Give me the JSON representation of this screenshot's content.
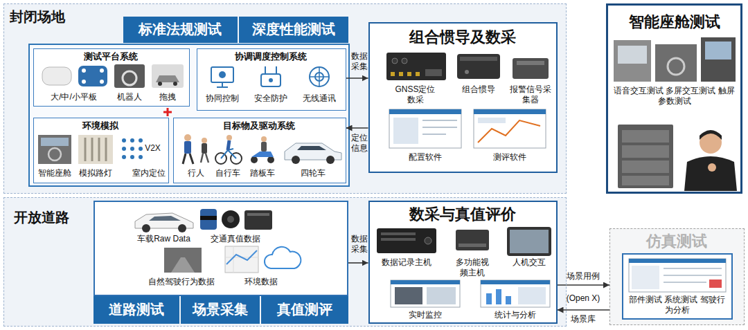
{
  "diagram": {
    "nodes": [
      {
        "text": [
          "封闭场地"
        ]
      },
      {
        "text": [
          "标准法规测试"
        ],
        "in": 0
      },
      {
        "text": [
          "深度性能测试"
        ],
        "in": 0
      },
      {
        "text": [
          "测试平台系统",
          "大/中/小平板",
          "机器人",
          "拖拽"
        ],
        "in": 0
      },
      {
        "text": [
          "协调调度控制系统",
          "协同控制",
          "安全防护",
          "无线通讯"
        ],
        "in": 0
      },
      {
        "text": [
          "环境模拟",
          "智能座舱",
          "模拟路灯",
          "V2X",
          "室内定位"
        ],
        "in": 0
      },
      {
        "text": [
          "目标物及驱动系统",
          "行人",
          "自行车",
          "踏板车",
          "四轮车"
        ],
        "in": 0
      },
      {
        "text": [
          "组合惯导及数采",
          "GNSS定位 数采",
          "组合惯导",
          "报警信号采 集器",
          "配置软件",
          "测评软件"
        ],
        "in": 0
      },
      {
        "text": [
          "智能座舱测试",
          "语音交互测试 多屏交互测试 触屏参数测试"
        ]
      },
      {
        "text": [
          "开放道路"
        ]
      },
      {
        "text": [
          "车载Raw Data",
          "交通真值数据",
          "自然驾驶行为数据",
          "环境数据"
        ],
        "in": 9
      },
      {
        "text": [
          "道路测试"
        ],
        "in": 9
      },
      {
        "text": [
          "场景采集"
        ],
        "in": 9
      },
      {
        "text": [
          "真值测评"
        ],
        "in": 9
      },
      {
        "text": [
          "数采与真值评价",
          "数据记录主机",
          "多功能视 频主机",
          "人机交互",
          "实时监控",
          "统计与分析"
        ],
        "in": 9
      },
      {
        "text": [
          "仿真测试"
        ]
      },
      {
        "text": [
          "部件测试 系统测试 驾驶行为分析"
        ],
        "in": 15
      }
    ],
    "edges": [
      {
        "from": 4,
        "to": 7,
        "arrow": "to",
        "label": "数据采集"
      },
      {
        "from": 7,
        "to": 6,
        "arrow": "to",
        "label": "定位信息"
      },
      {
        "from": 10,
        "to": 14,
        "arrow": "to",
        "label": "数据采集"
      },
      {
        "from": 14,
        "to": 15,
        "arrow": "to",
        "label": "场景用例"
      },
      {
        "from": 15,
        "to": 14,
        "arrow": "to",
        "label": "场景库"
      }
    ],
    "labels": [
      "(Open X)"
    ]
  }
}
